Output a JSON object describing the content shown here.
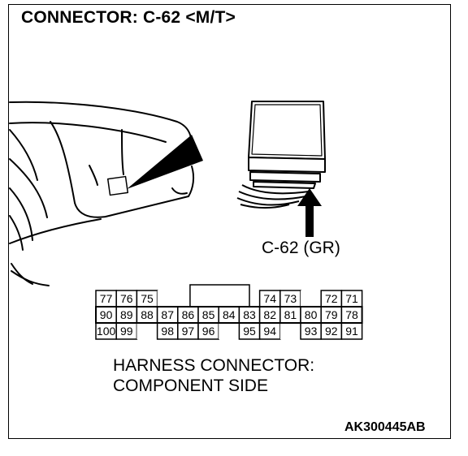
{
  "title": "CONNECTOR: C-62 <M/T>",
  "connector_callout": "C-62 (GR)",
  "caption": {
    "line1": "HARNESS CONNECTOR:",
    "line2": "COMPONENT SIDE"
  },
  "figure_code": "AK300445AB",
  "pin_rows": [
    [
      "77",
      "76",
      "75",
      "",
      "",
      "",
      "",
      "",
      "74",
      "73",
      "",
      "72",
      "71"
    ],
    [
      "90",
      "89",
      "88",
      "87",
      "86",
      "85",
      "84",
      "83",
      "82",
      "81",
      "80",
      "79",
      "78"
    ],
    [
      "100",
      "99",
      "",
      "98",
      "97",
      "96",
      "",
      "95",
      "94",
      "",
      "93",
      "92",
      "91"
    ]
  ]
}
